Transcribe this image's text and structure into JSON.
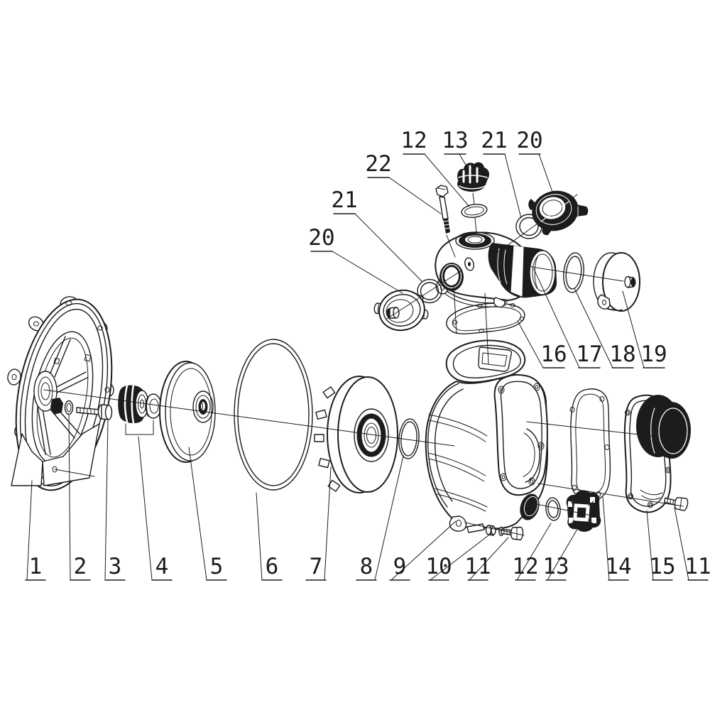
{
  "diagram": {
    "type": "exploded-parts-diagram",
    "subject": "centrifugal water pump exploded view",
    "background": "#ffffff",
    "line_color": "#1c1c1c"
  },
  "callouts": [
    {
      "text": "12"
    },
    {
      "text": "13"
    },
    {
      "text": "21"
    },
    {
      "text": "20"
    },
    {
      "text": "22"
    },
    {
      "text": "21"
    },
    {
      "text": "20"
    },
    {
      "text": "16"
    },
    {
      "text": "17"
    },
    {
      "text": "18"
    },
    {
      "text": "19"
    },
    {
      "text": "1"
    },
    {
      "text": "2"
    },
    {
      "text": "3"
    },
    {
      "text": "4"
    },
    {
      "text": "5"
    },
    {
      "text": "6"
    },
    {
      "text": "7"
    },
    {
      "text": "8"
    },
    {
      "text": "9"
    },
    {
      "text": "10"
    },
    {
      "text": "11"
    },
    {
      "text": "12"
    },
    {
      "text": "13"
    },
    {
      "text": "14"
    },
    {
      "text": "15"
    },
    {
      "text": "11"
    }
  ]
}
